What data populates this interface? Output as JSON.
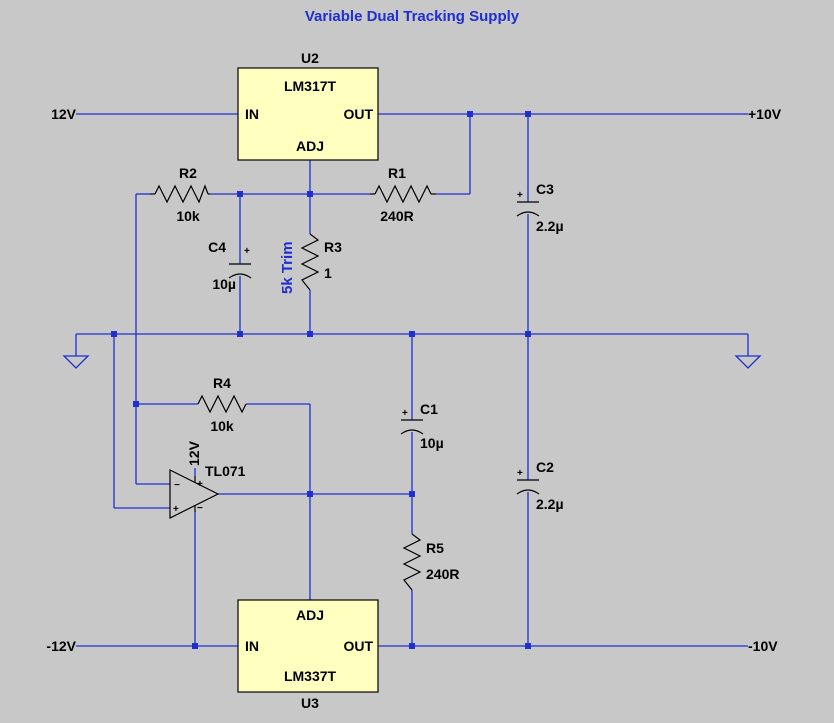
{
  "title": "Variable Dual Tracking Supply",
  "nets": {
    "vin_pos": "12V",
    "vin_neg": "-12V",
    "vout_pos": "+10V",
    "vout_neg": "-10V",
    "opamp_supply": "12V"
  },
  "components": {
    "u2": {
      "ref": "U2",
      "value": "LM317T",
      "pin_in": "IN",
      "pin_out": "OUT",
      "pin_adj": "ADJ"
    },
    "u3": {
      "ref": "U3",
      "value": "LM337T",
      "pin_in": "IN",
      "pin_out": "OUT",
      "pin_adj": "ADJ"
    },
    "u1": {
      "value": "TL071",
      "pin_minus": "−",
      "pin_plus": "+",
      "pin_vplus": "+",
      "pin_vminus": "−"
    },
    "r1": {
      "ref": "R1",
      "value": "240R"
    },
    "r2": {
      "ref": "R2",
      "value": "10k"
    },
    "r3": {
      "ref": "R3",
      "value": "1",
      "note": "5k Trim"
    },
    "r4": {
      "ref": "R4",
      "value": "10k"
    },
    "r5": {
      "ref": "R5",
      "value": "240R"
    },
    "c1": {
      "ref": "C1",
      "value": "10µ",
      "pol": "+"
    },
    "c2": {
      "ref": "C2",
      "value": "2.2µ",
      "pol": "+"
    },
    "c3": {
      "ref": "C3",
      "value": "2.2µ",
      "pol": "+"
    },
    "c4": {
      "ref": "C4",
      "value": "10µ",
      "pol": "+"
    }
  },
  "colors": {
    "wire": "#1f2fd0",
    "background": "#c8c8c8",
    "ic_fill": "#ffffc0"
  }
}
